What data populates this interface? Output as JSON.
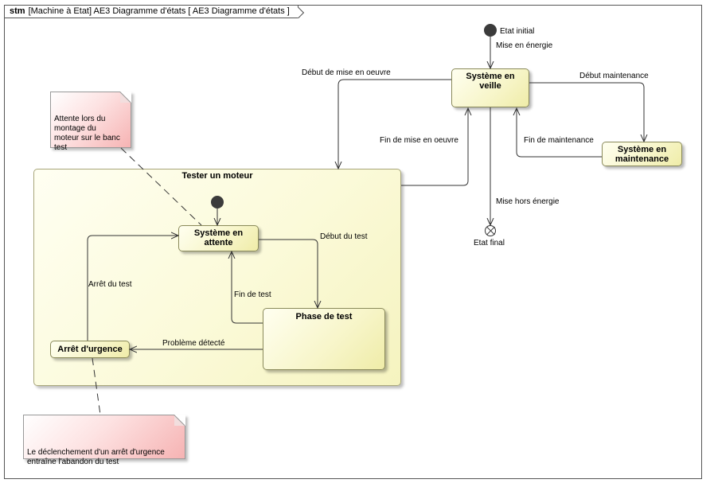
{
  "diagram": {
    "frame_kind": "stm",
    "frame_title": "[Machine à Etat] AE3 Diagramme d'états [ AE3 Diagramme d'états ]"
  },
  "states": {
    "veille": "Système en\nveille",
    "maintenance": "Système en\nmaintenance",
    "composite": "Tester un moteur",
    "attente": "Système en\nattente",
    "phase": "Phase de test",
    "urgence": "Arrêt d'urgence"
  },
  "pseudostates": {
    "initial_label": "Etat initial",
    "final_label": "Etat final"
  },
  "transitions": {
    "mise_en_energie": "Mise en énergie",
    "debut_mise_oeuvre": "Début de mise en oeuvre",
    "fin_mise_oeuvre": "Fin de mise en oeuvre",
    "debut_maintenance": "Début maintenance",
    "fin_maintenance": "Fin de maintenance",
    "mise_hors_energie": "Mise hors énergie",
    "debut_test": "Début du test",
    "fin_test": "Fin de test",
    "probleme": "Problème détecté",
    "arret_test": "Arrêt du test"
  },
  "notes": {
    "attente": "Attente lors du\nmontage du\nmoteur sur le banc\ntest",
    "urgence": "Le déclenchement d'un arrêt d'urgence\nentraîne l'abandon du test"
  },
  "colors": {
    "state_fill": "#f7f5c8",
    "note_fill": "#f6b3b3",
    "line": "#333333"
  }
}
